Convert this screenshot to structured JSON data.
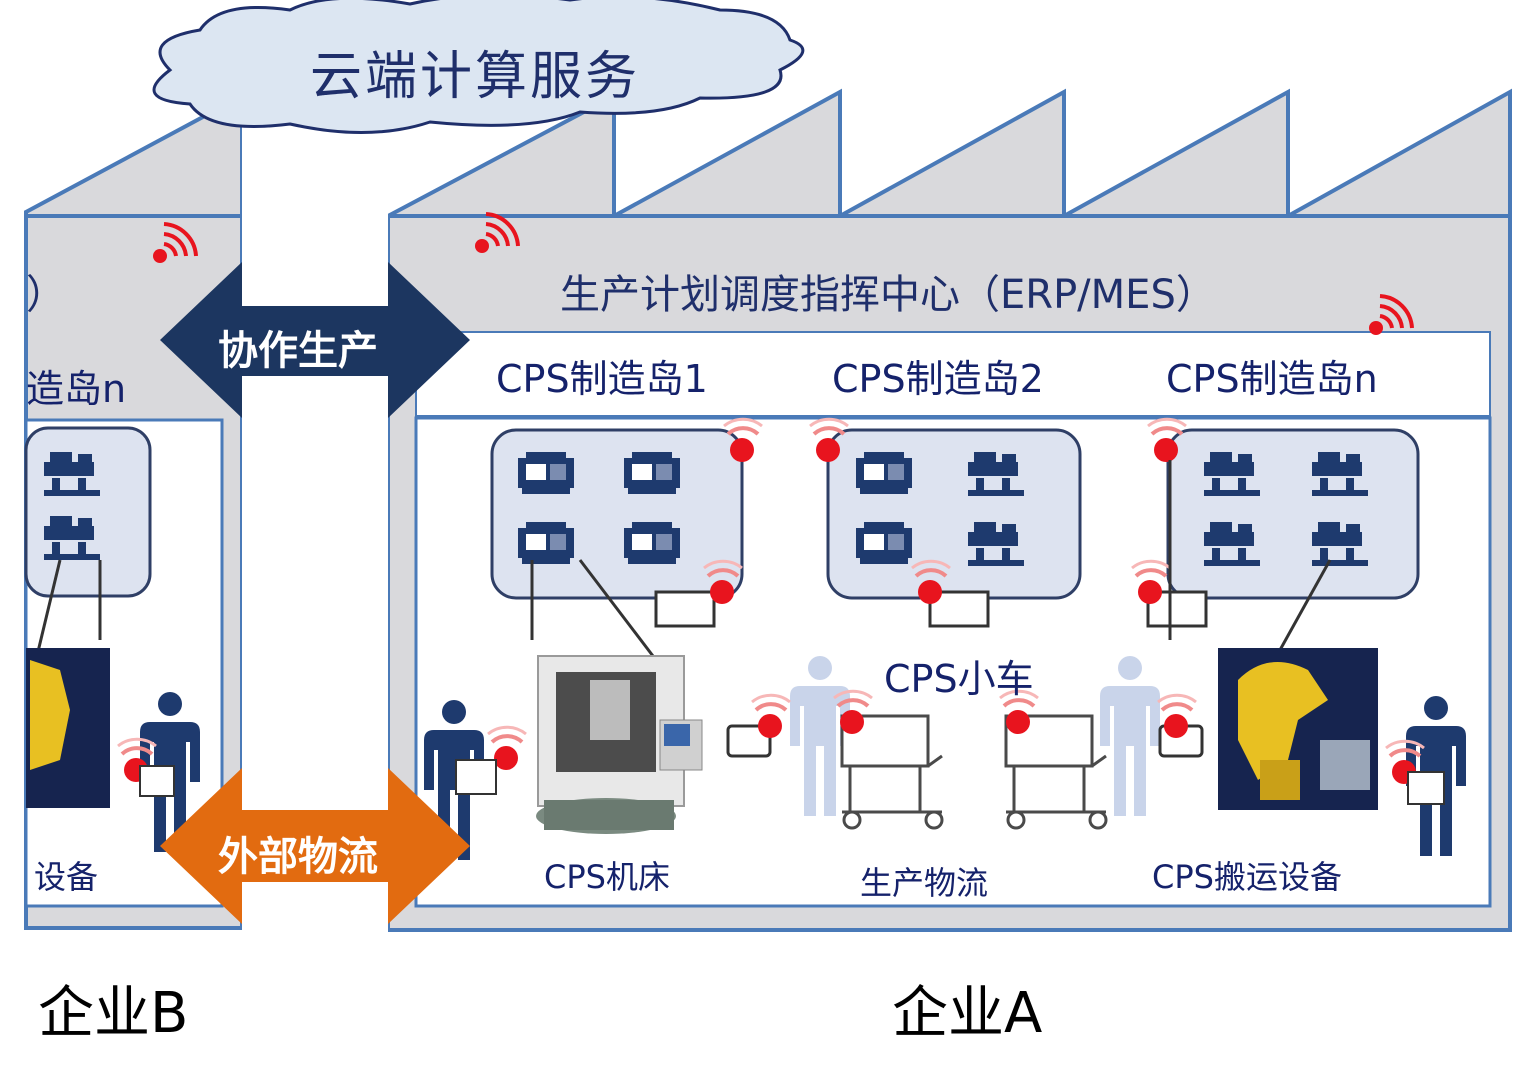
{
  "cloud": {
    "label": "云端计算服务"
  },
  "arrows": {
    "collaboration": {
      "label": "协作生产",
      "color": "#1c3660"
    },
    "logistics": {
      "label": "外部物流",
      "color": "#e26b10"
    }
  },
  "enterprise_a": {
    "name": "企业A",
    "control_center": "生产计划调度指挥中心（ERP/MES）",
    "islands": [
      "CPS制造岛1",
      "CPS制造岛2",
      "CPS制造岛n"
    ],
    "cart_label": "CPS小车",
    "bottom_labels": {
      "machine_tool": "CPS机床",
      "logistics": "生产物流",
      "handling": "CPS搬运设备"
    }
  },
  "enterprise_b": {
    "name": "企业B",
    "control_center_fragment": "）",
    "island_fragment": "造岛n",
    "bottom_fragment": "设备"
  },
  "icons": [
    "wifi-signal-icon",
    "cnc-machine-icon",
    "robot-arm-icon",
    "worker-icon",
    "cart-icon",
    "tablet-icon"
  ],
  "colors": {
    "factory_fill": "#d9d9dc",
    "factory_stroke": "#4a7ab8",
    "signal": "#e8141e",
    "text": "#1f2f6b"
  }
}
